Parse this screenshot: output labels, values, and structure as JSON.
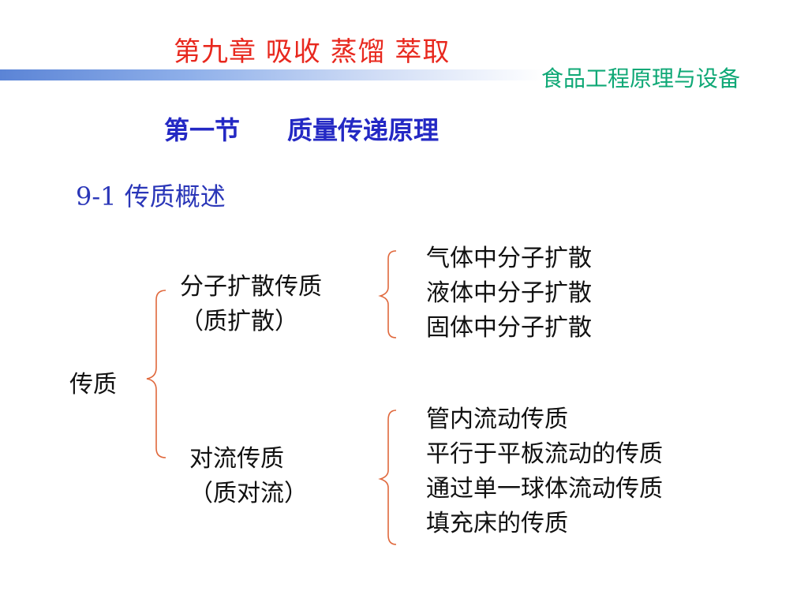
{
  "header": {
    "chapter_title": "第九章  吸收  蒸馏  萃取",
    "course_name": "食品工程原理与设备"
  },
  "section": {
    "label": "第一节",
    "title": "质量传递原理"
  },
  "subsection": {
    "title": "9-1  传质概述"
  },
  "tree": {
    "root": "传质",
    "molecular": {
      "label_line1": "分子扩散传质",
      "label_line2": "（质扩散）",
      "items": [
        "气体中分子扩散",
        "液体中分子扩散",
        "固体中分子扩散"
      ]
    },
    "convective": {
      "label_line1": "对流传质",
      "label_line2": "（质对流）",
      "items": [
        "管内流动传质",
        "平行于平板流动的传质",
        "通过单一球体流动传质",
        "填充床的传质"
      ]
    }
  },
  "colors": {
    "title_red": "#e8281e",
    "course_green": "#0fa876",
    "section_blue": "#2429c4",
    "brace_orange": "#e0683c"
  }
}
